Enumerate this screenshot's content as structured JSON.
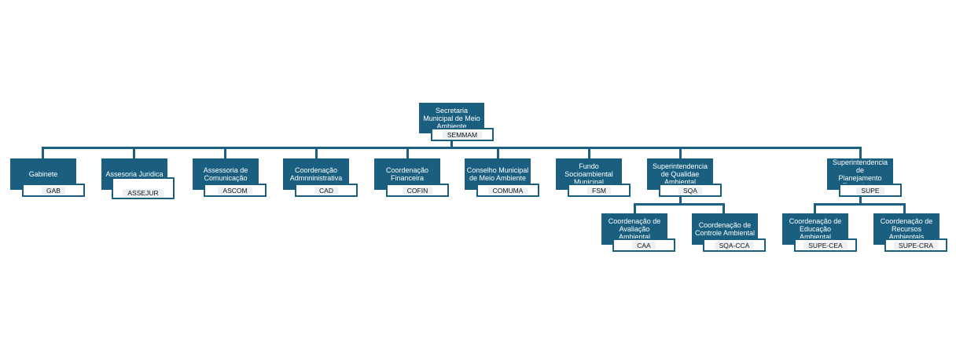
{
  "colors": {
    "box_fill": "#1a5f80",
    "line": "#1a5f80",
    "tag_fill": "#ffffff",
    "tag_text": "#111111"
  },
  "org": {
    "root": {
      "title": "Secretaria\nMunicipal  de Meio\nAmbiente",
      "code": "SEMMAM"
    },
    "units": [
      {
        "title": "Gabinete",
        "code": "GAB"
      },
      {
        "title": "Assesoria  Juridica",
        "code": "ASSEJUR"
      },
      {
        "title": "Assessoria  de\nComunicação",
        "code": "ASCOM"
      },
      {
        "title": "Coordenação\nAdmnninistrativa",
        "code": "CAD"
      },
      {
        "title": "Coordenação\nFinanceira",
        "code": "COFIN"
      },
      {
        "title": "Conselho  Municipal\nde Meio Ambiente",
        "code": "COMUMA"
      },
      {
        "title": "Fundo\nSocioambiental\nMunicipal",
        "code": "FSM"
      },
      {
        "title": "Superintendencia\nde Qualidae\nAmbiental",
        "code": "SQA"
      },
      {
        "title": "Superintendencia  de\nPlanejamento\nEstratégico",
        "code": "SUPE"
      }
    ],
    "sqa_children": [
      {
        "title": "Coordenação  de\nAvaliação  Ambiental",
        "code": "CAA"
      },
      {
        "title": "Coordenação  de\nControle  Ambiental",
        "code": "SQA-CCA"
      }
    ],
    "supe_children": [
      {
        "title": "Coordenação  de\nEducação\nAmbiental",
        "code": "SUPE-CEA"
      },
      {
        "title": "Coordenação  de\nRecursos\nAmbientais",
        "code": "SUPE-CRA"
      }
    ]
  }
}
